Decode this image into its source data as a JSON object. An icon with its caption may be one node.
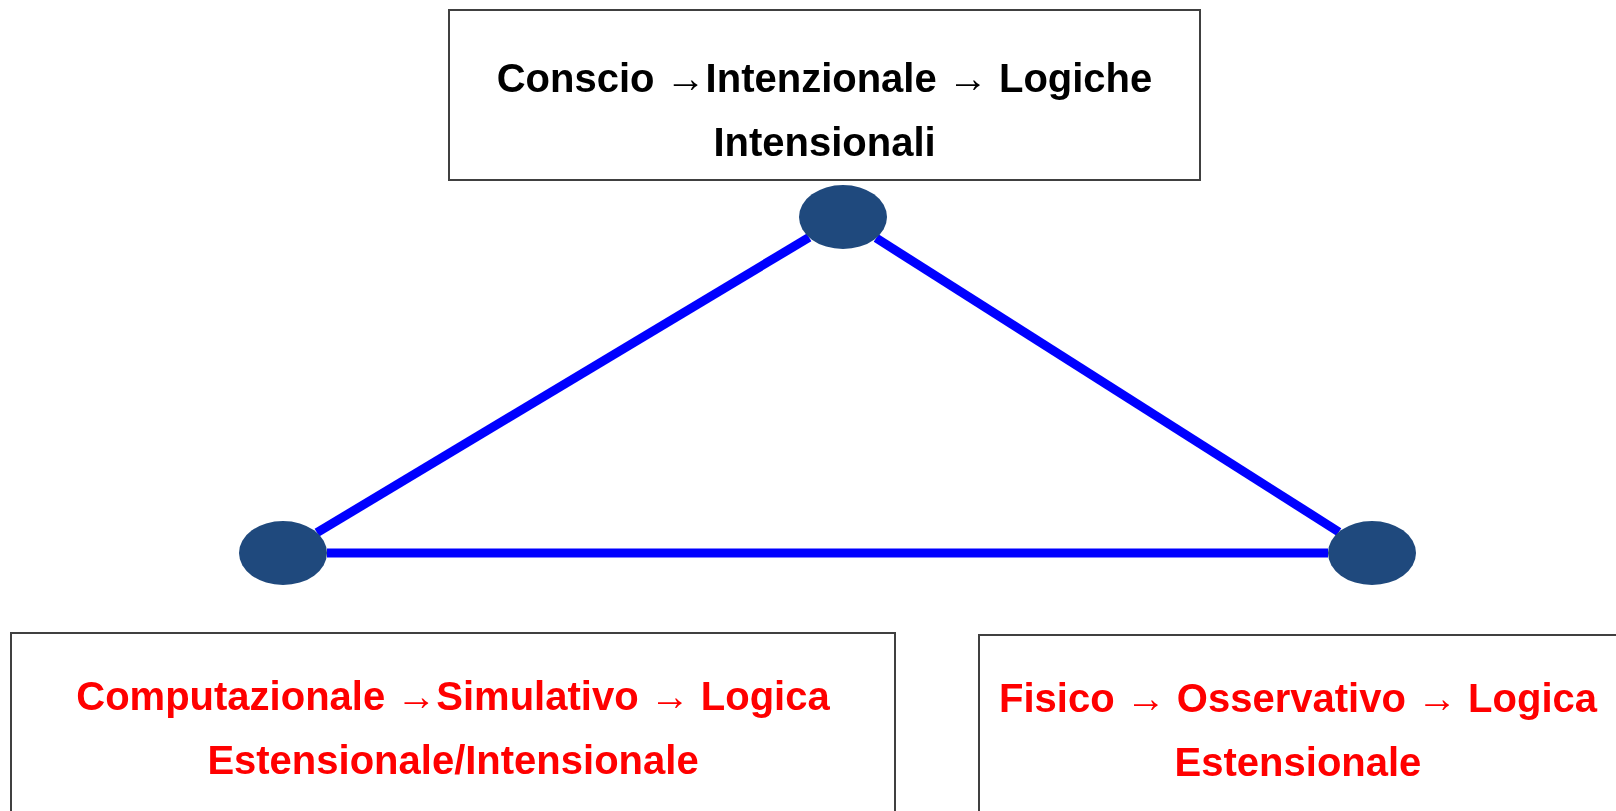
{
  "diagram": {
    "nodes": [
      {
        "text": [
          "Conscio →Intenzionale → Logiche Intensionali"
        ]
      },
      {
        "text": [
          "Computazionale →Simulativo → Logica Estensionale/Intensionale"
        ]
      },
      {
        "text": [
          "Fisico → Osservativo → Logica Estensionale"
        ]
      },
      {
        "text": [],
        "shape": "circle"
      },
      {
        "text": [],
        "shape": "circle"
      },
      {
        "text": [],
        "shape": "circle"
      }
    ],
    "edges": [
      {
        "from": 3,
        "to": 4,
        "arrow": "none"
      },
      {
        "from": 3,
        "to": 5,
        "arrow": "none"
      },
      {
        "from": 4,
        "to": 5,
        "arrow": "none"
      }
    ]
  }
}
